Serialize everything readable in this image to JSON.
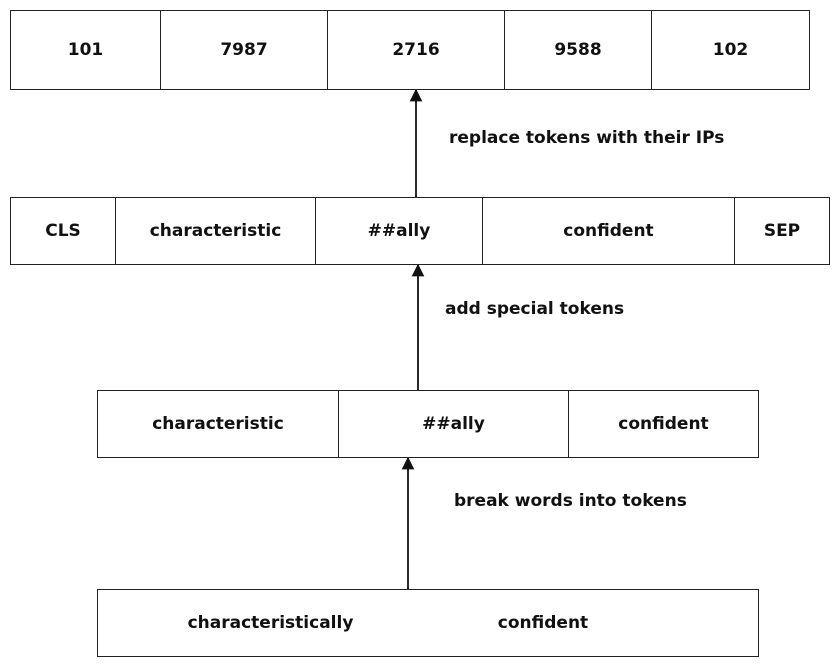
{
  "ids_row": [
    "101",
    "7987",
    "2716",
    "9588",
    "102"
  ],
  "special_row": [
    "CLS",
    "characteristic",
    "##ally",
    "confident",
    "SEP"
  ],
  "token_row": [
    "characteristic",
    "##ally",
    "confident"
  ],
  "word_row": [
    "characteristically",
    "confident"
  ],
  "steps": {
    "replace": "replace tokens with their IPs",
    "special": "add special tokens",
    "break": "break words into tokens"
  }
}
